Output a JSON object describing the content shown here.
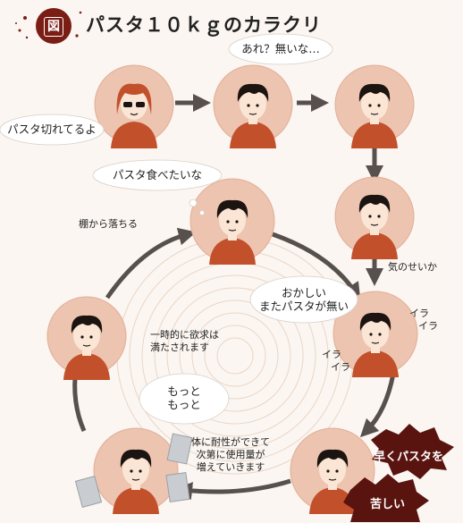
{
  "title": {
    "badge": "図",
    "text": "パスタ１０ｋｇのカラクリ"
  },
  "bubbles": {
    "b1": "パスタ切れてるよ",
    "b2": "あれ？無いな…",
    "b3": "パスタ食べたいな",
    "b4_line1": "おかしい",
    "b4_line2": "またパスタが無い",
    "b5_line1": "もっと",
    "b5_line2": "もっと"
  },
  "captions": {
    "shelf": "棚から落ちる",
    "kinoseika": "気のせいか",
    "satisfied_line1": "一時的に欲求は",
    "satisfied_line2": "満たされます",
    "tolerance_line1": "体に耐性ができて",
    "tolerance_line2": "次第に使用量が",
    "tolerance_line3": "増えていきます",
    "ira_r1": "イラ",
    "ira_r2": "イラ",
    "ira_l1": "イラ",
    "ira_l2": "イラ"
  },
  "bursts": {
    "hayaku": "早くパスタを",
    "kurushii": "苦しい"
  },
  "colors": {
    "circle_fill": "#ecc4b0",
    "circle_edge": "#e2ad96",
    "arrow": "#57504c",
    "shirt": "#c2502a",
    "hair": "#1c1410",
    "skin": "#fbe6d6",
    "burst": "#5a1410",
    "badge": "#7a1d15"
  },
  "icons": [
    "person-icon",
    "sunglasses-icon",
    "pasta-bag-icon",
    "thought-bubble-icon",
    "speech-bubble-icon",
    "arrow-icon",
    "burst-icon"
  ]
}
